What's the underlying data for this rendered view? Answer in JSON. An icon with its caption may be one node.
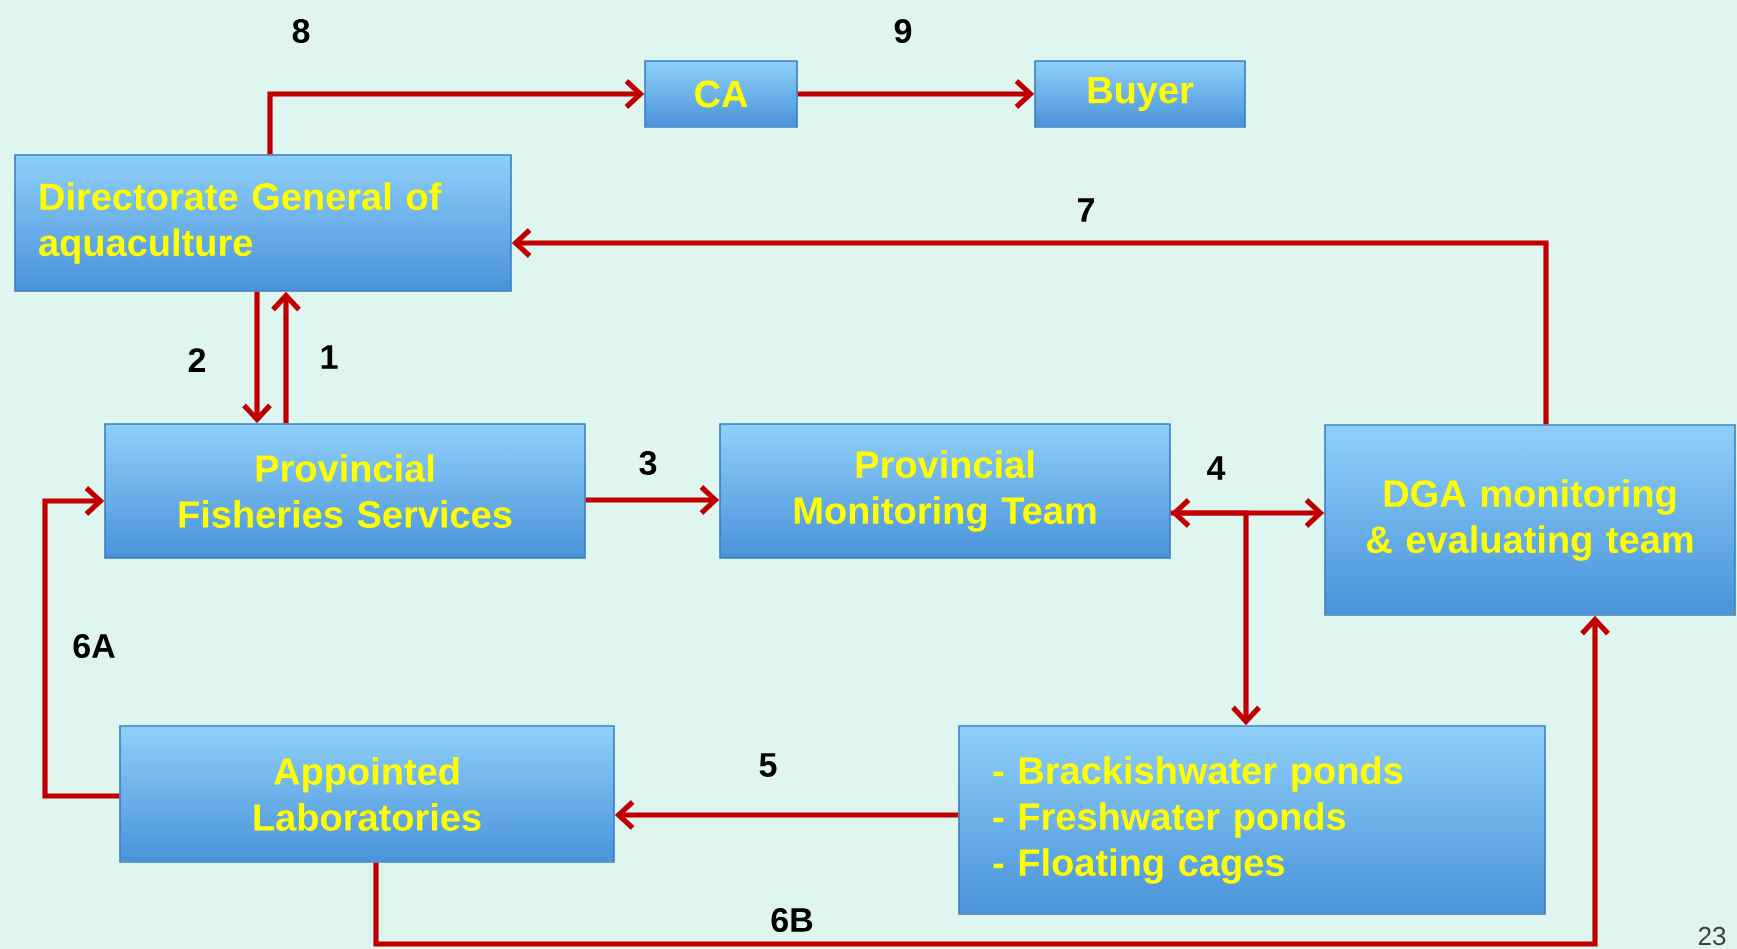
{
  "diagram": {
    "nodes": [
      {
        "text": [
          "Directorate General of aquaculture"
        ]
      },
      {
        "text": [
          "CA"
        ]
      },
      {
        "text": [
          "Buyer"
        ]
      },
      {
        "text": [
          "Provincial Fisheries Services"
        ]
      },
      {
        "text": [
          "Provincial Monitoring Team"
        ]
      },
      {
        "text": [
          "DGA monitoring & evaluating team"
        ]
      },
      {
        "text": [
          "Appointed Laboratories"
        ]
      },
      {
        "text": [
          "- Brackishwater ponds",
          "- Freshwater ponds",
          "- Floating cages"
        ]
      }
    ],
    "edges": [
      {
        "from": 0,
        "to": 1,
        "arrow": "to",
        "label": "8"
      },
      {
        "from": 1,
        "to": 2,
        "arrow": "to",
        "label": "9"
      },
      {
        "from": 5,
        "to": 0,
        "arrow": "to",
        "label": "7"
      },
      {
        "from": 0,
        "to": 3,
        "arrow": "to",
        "label": "2"
      },
      {
        "from": 3,
        "to": 0,
        "arrow": "to",
        "label": "1"
      },
      {
        "from": 3,
        "to": 4,
        "arrow": "to",
        "label": "3"
      },
      {
        "from": 4,
        "to": 5,
        "arrow": "both",
        "label": "4"
      },
      {
        "from": 4,
        "to": 7,
        "arrow": "to"
      },
      {
        "from": 7,
        "to": 6,
        "arrow": "to",
        "label": "5"
      },
      {
        "from": 6,
        "to": 3,
        "arrow": "to",
        "label": "6A"
      },
      {
        "from": 6,
        "to": 5,
        "arrow": "to",
        "label": "6B"
      }
    ],
    "labels": [
      "23"
    ]
  }
}
